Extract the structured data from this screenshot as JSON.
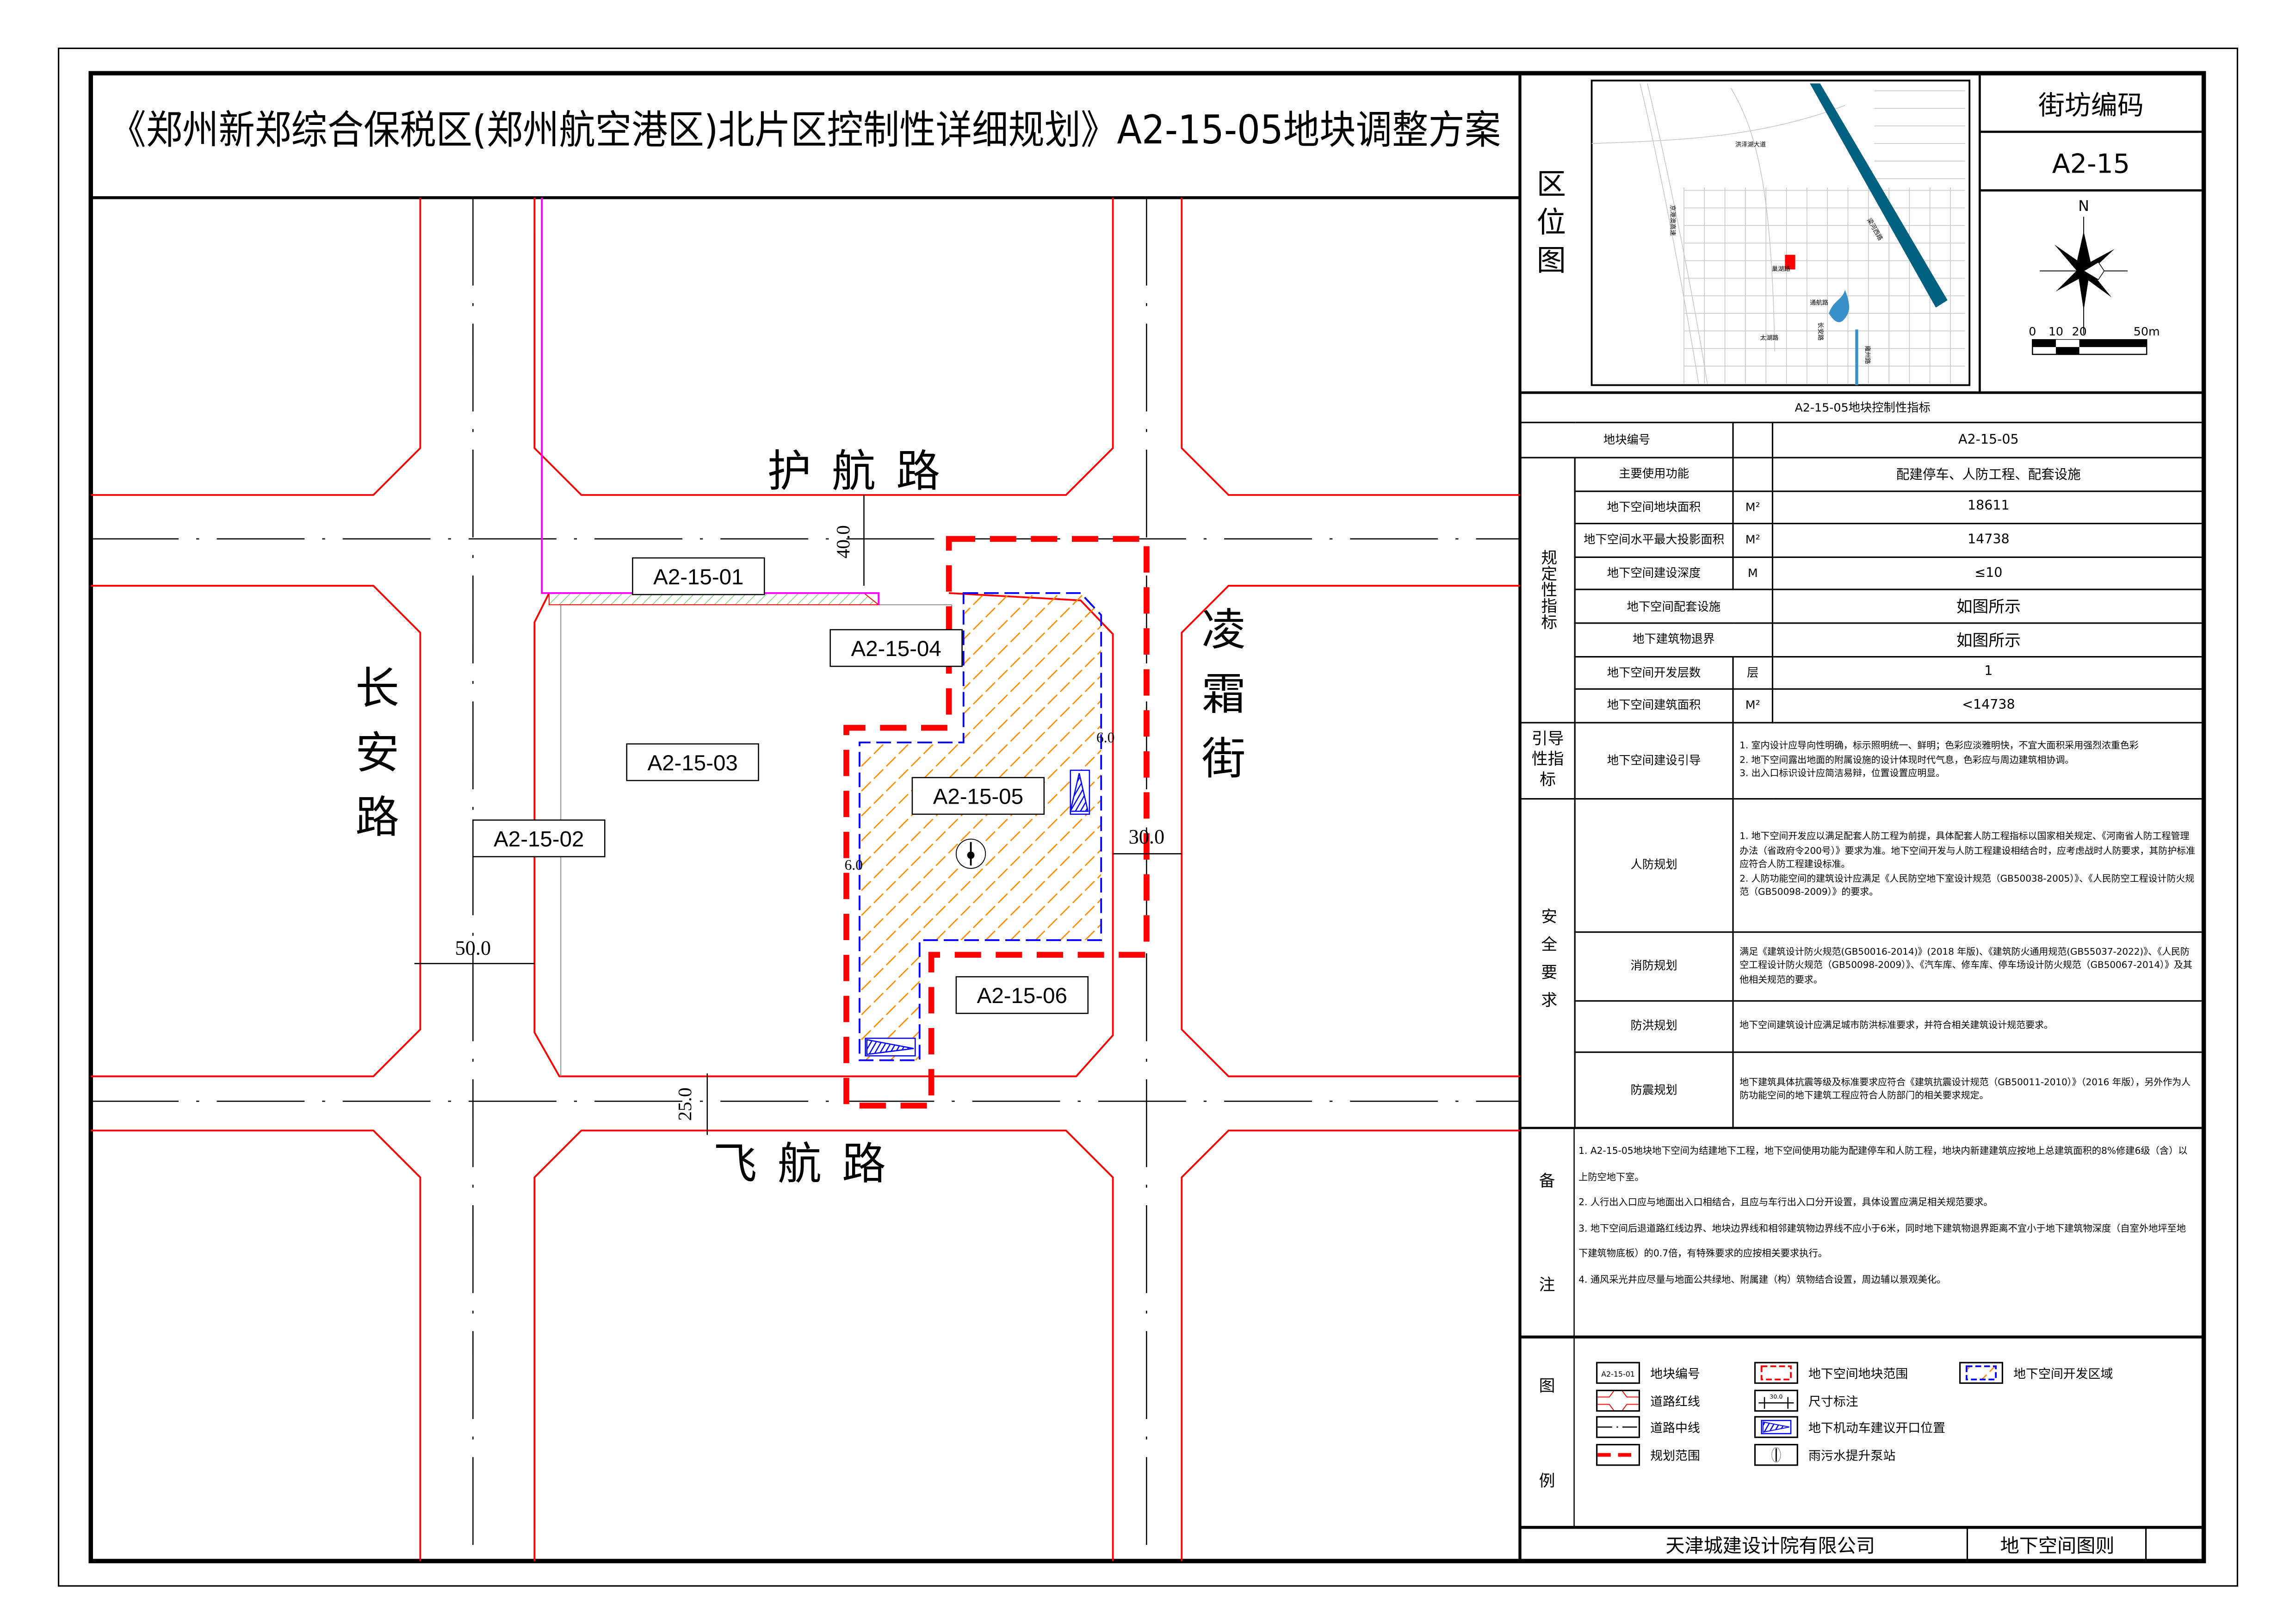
{
  "title": "《郑州新郑综合保税区(郑州航空港区)北片区控制性详细规划》A2-15-05地块调整方案",
  "location_map": {
    "label": "区位图",
    "labels": [
      "洪泽湖大道",
      "京港澳高速",
      "巢湖路",
      "梁河西路",
      "通航路",
      "长安路",
      "太湖路",
      "雍州路"
    ]
  },
  "block_code": {
    "label": "街坊编码",
    "value": "A2-15"
  },
  "compass": {
    "north": "N",
    "scale_ticks": [
      "0",
      "10",
      "20",
      "50m"
    ]
  },
  "roads": {
    "north": "护航路",
    "west": "长安路",
    "east": "凌霜街",
    "south": "飞航路"
  },
  "parcels": [
    "A2-15-01",
    "A2-15-02",
    "A2-15-03",
    "A2-15-04",
    "A2-15-05",
    "A2-15-06"
  ],
  "dimensions": {
    "north_road": "40.0",
    "west_road": "50.0",
    "east_road": "30.0",
    "south_road": "25.0",
    "setback": "6.0"
  },
  "spec_table": {
    "title": "A2-15-05地块控制性指标",
    "parcel_no_label": "地块编号",
    "parcel_no": "A2-15-05",
    "mandatory_group": "规定性指标",
    "rows": [
      {
        "label": "主要使用功能",
        "unit": "",
        "value": "配建停车、人防工程、配套设施"
      },
      {
        "label": "地下空间地块面积",
        "unit": "M²",
        "value": "18611"
      },
      {
        "label": "地下空间水平最大投影面积",
        "unit": "M²",
        "value": "14738"
      },
      {
        "label": "地下空间建设深度",
        "unit": "M",
        "value": "≤10"
      },
      {
        "label": "地下空间配套设施",
        "unit": "",
        "value": "如图所示"
      },
      {
        "label": "地下建筑物退界",
        "unit": "",
        "value": "如图所示"
      },
      {
        "label": "地下空间开发层数",
        "unit": "层",
        "value": "1"
      },
      {
        "label": "地下空间建筑面积",
        "unit": "M²",
        "value": "<14738"
      }
    ],
    "guide_group": "引导性指标",
    "guide_label": "地下空间建设引导",
    "guide_text": "1. 室内设计应导向性明确，标示照明统一、鲜明；色彩应淡雅明快，不宜大面积采用强烈浓重色彩\n2. 地下空间露出地面的附属设施的设计体现时代气息，色彩应与周边建筑相协调。\n3. 出入口标识设计应简洁易辩，位置设置应明显。",
    "safety_group": "安全要求",
    "safety": [
      {
        "label": "人防规划",
        "text": "1. 地下空间开发应以满足配套人防工程为前提，具体配套人防工程指标以国家相关规定、《河南省人防工程管理办法（省政府令200号）》要求为准。地下空间开发与人防工程建设相结合时，应考虑战时人防要求，其防护标准应符合人防工程建设标准。\n2. 人防功能空间的建筑设计应满足《人民防空地下室设计规范（GB50038-2005）》、《人民防空工程设计防火规范（GB50098-2009）》的要求。"
      },
      {
        "label": "消防规划",
        "text": "满足《建筑设计防火规范(GB50016-2014)》(2018 年版)、《建筑防火通用规范(GB55037-2022)》、《人民防空工程设计防火规范（GB50098-2009）》、《汽车库、修车库、停车场设计防火规范（GB50067-2014）》及其他相关规范的要求。"
      },
      {
        "label": "防洪规划",
        "text": "地下空间建筑设计应满足城市防洪标准要求，并符合相关建筑设计规范要求。"
      },
      {
        "label": "防震规划",
        "text": "地下建筑具体抗震等级及标准要求应符合《建筑抗震设计规范（GB50011-2010）》（2016 年版），另外作为人防功能空间的地下建筑工程应符合人防部门的相关要求规定。"
      }
    ]
  },
  "notes": {
    "label": "备注",
    "items": [
      "1. A2-15-05地块地下空间为结建地下工程，地下空间使用功能为配建停车和人防工程，地块内新建建筑应按地上总建筑面积的8%修建6级（含）以上防空地下室。",
      "2. 人行出入口应与地面出入口相结合，且应与车行出入口分开设置，具体设置应满足相关规范要求。",
      "3. 地下空间后退道路红线边界、地块边界线和相邻建筑物边界线不应小于6米，同时地下建筑物退界距离不宜小于地下建筑物深度（自室外地坪至地下建筑物底板）的0.7倍，有特殊要求的应按相关要求执行。",
      "4. 通风采光井应尽量与地面公共绿地、附属建（构）筑物结合设置，周边辅以景观美化。"
    ]
  },
  "legend": {
    "label": "图例",
    "sample_code": "A2-15-01",
    "sample_dim": "30.0",
    "items": [
      "地块编号",
      "道路红线",
      "道路中线",
      "规划范围",
      "地下空间地块范围",
      "尺寸标注",
      "地下机动车建议开口位置",
      "雨污水提升泵站",
      "地下空间开发区域"
    ]
  },
  "footer": {
    "company": "天津城建设计院有限公司",
    "sheet": "地下空间图则"
  },
  "colors": {
    "red_line": "#ff0000",
    "pink_line": "#ff00ff",
    "blue_dev": "#0000ff",
    "hatch": "#ff8c00",
    "river": "#006080",
    "lake": "#3a90c8"
  }
}
